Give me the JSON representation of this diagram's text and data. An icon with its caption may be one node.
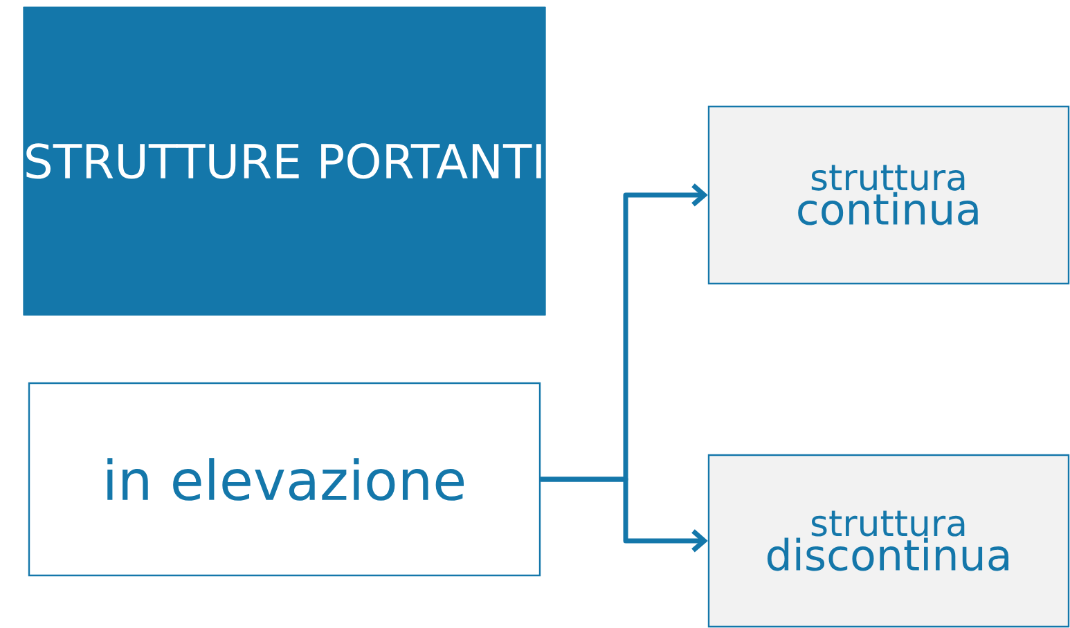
{
  "diagram": {
    "nodes": [
      {
        "text": [
          "STRUTTURE PORTANTI"
        ]
      },
      {
        "text": [
          "in elevazione"
        ]
      },
      {
        "text": [
          "struttura",
          "continua"
        ]
      },
      {
        "text": [
          "struttura",
          "discontinua"
        ]
      }
    ],
    "edges": [
      {
        "from": 1,
        "to": 2,
        "arrow": "to"
      },
      {
        "from": 1,
        "to": 3,
        "arrow": "to"
      }
    ]
  }
}
